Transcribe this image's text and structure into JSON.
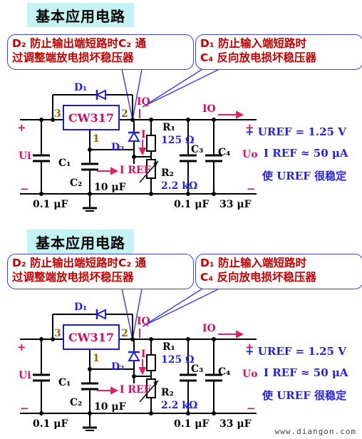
{
  "panels": [
    {
      "title": "基本应用电路",
      "callout_left": {
        "line1": "D₂ 防止输出端短路时C₂ 通",
        "line2": "过调整端放电损坏稳压器"
      },
      "callout_right": {
        "line1": "D₁ 防止输入端短路时",
        "line2": "C₄ 反向放电损坏稳压器"
      },
      "ic_label": "CW317",
      "labels": {
        "d1": "D₁",
        "io_small": "IQ",
        "io_out": "IO",
        "plus_left": "+",
        "ui": "Ui",
        "pin3": "3",
        "pin2": "2",
        "pin1": "1",
        "i_label": "I",
        "r1": "R₁",
        "r1_val": "125 Ω",
        "d2": "D₂",
        "c3": "C₃",
        "c4": "C₄",
        "c1": "C₁",
        "iref": "I REF",
        "r2": "R₂",
        "r2_val": "2.2 kΩ",
        "c2": "C₂",
        "c2_val": "10 μF",
        "minus_left": "−",
        "c1_val": "0.1 μF",
        "c3_val": "0.1 μF",
        "c4_val": "33 μF",
        "plus_right": "+",
        "minus_right": "−",
        "uo": "Uo",
        "uref_eq": "+ UREF = 1.25 V",
        "iref_eq": "I REF ≈ 50 μA",
        "stable": "使 UREF 很稳定"
      }
    },
    {
      "title": "基本应用电路",
      "callout_left": {
        "line1": "D₂ 防止输出端短路时C₂ 通",
        "line2": "过调整端放电损坏稳压器"
      },
      "callout_right": {
        "line1": "D₁ 防止输入端短路时",
        "line2": "C₄ 反向放电损坏稳压器"
      },
      "ic_label": "CW317",
      "labels": {
        "d1": "D₁",
        "io_small": "IQ",
        "io_out": "IO",
        "plus_left": "+",
        "ui": "Ui",
        "pin3": "3",
        "pin2": "2",
        "pin1": "1",
        "i_label": "I",
        "r1": "R₁",
        "r1_val": "125 Ω",
        "d2": "D₂",
        "c3": "C₃",
        "c4": "C₄",
        "c1": "C₁",
        "iref": "I REF",
        "r2": "R₂",
        "r2_val": "2.2 kΩ",
        "c2": "C₂",
        "c2_val": "10 μF",
        "minus_left": "−",
        "c1_val": "0.1 μF",
        "c3_val": "0.1 μF",
        "c4_val": "33 μF",
        "plus_right": "+",
        "minus_right": "−",
        "uo": "Uo",
        "uref_eq": "+ UREF = 1.25 V",
        "iref_eq": "I REF ≈ 50 μA",
        "stable": "使 UREF 很稳定"
      }
    }
  ],
  "watermark": "www.diangon.com"
}
